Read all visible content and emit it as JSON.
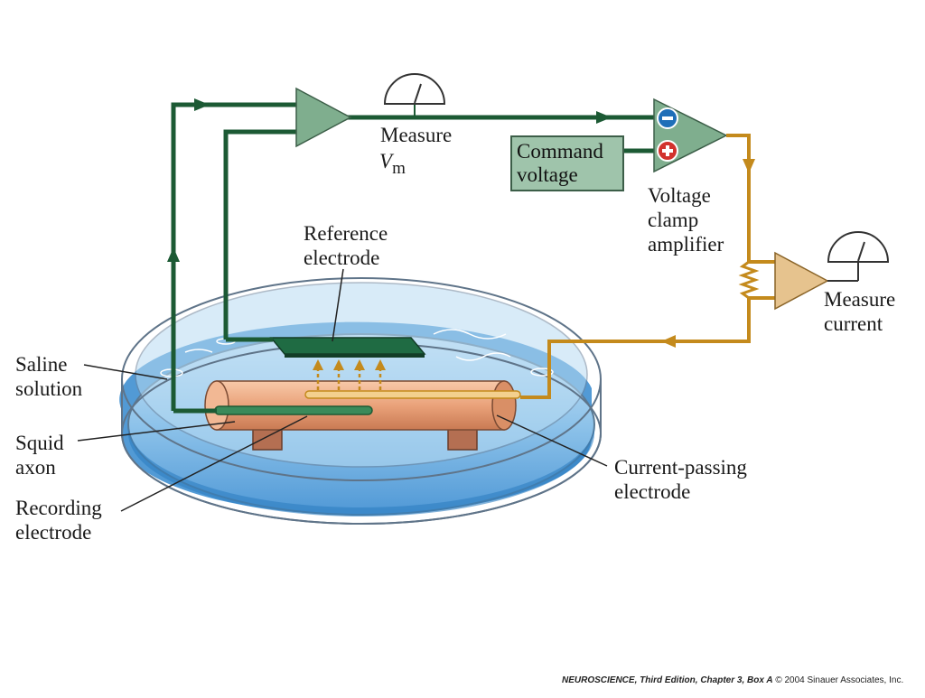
{
  "labels": {
    "measure_vm": "Measure",
    "vm_symbol": "V",
    "vm_subscript": "m",
    "command_voltage": [
      "Command",
      "voltage"
    ],
    "voltage_clamp_amplifier": [
      "Voltage",
      "clamp",
      "amplifier"
    ],
    "reference_electrode": [
      "Reference",
      "electrode"
    ],
    "measure_current": [
      "Measure",
      "current"
    ],
    "saline_solution": [
      "Saline",
      "solution"
    ],
    "squid_axon": [
      "Squid",
      "axon"
    ],
    "recording_electrode": [
      "Recording",
      "electrode"
    ],
    "current_passing_electrode": [
      "Current-passing",
      "electrode"
    ]
  },
  "amplifier_inputs": {
    "minus": "−",
    "plus": "+"
  },
  "footer": {
    "title": "NEUROSCIENCE, Third Edition, Chapter 3, Box A",
    "credit": "© 2004 Sinauer Associates, Inc."
  },
  "colors": {
    "voltage_wire": "#1c5a34",
    "current_wire": "#c48a1c",
    "amplifier_green": "#7fae8e",
    "amplifier_tan": "#e6c38e",
    "saline": "#7fb8e6",
    "axon": "#eaa27a",
    "reference_plate": "#1f6b43"
  }
}
